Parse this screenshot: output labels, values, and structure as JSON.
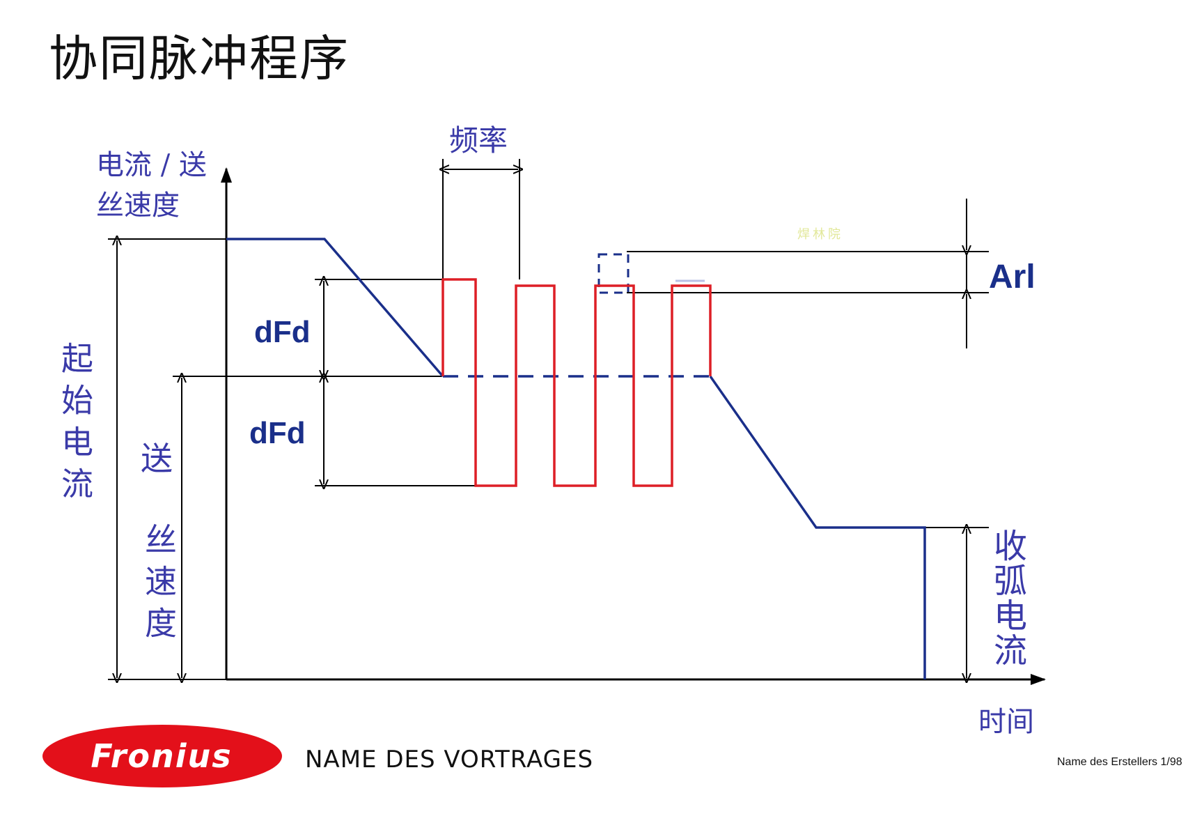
{
  "title": "协同脉冲程序",
  "labels": {
    "y_axis": [
      "电流 / 送",
      "丝速度"
    ],
    "frequency": "频率",
    "start_current": "起始电流",
    "wire_speed_a": "送",
    "wire_speed_b": "丝速度",
    "dfd_upper": "dFd",
    "dfd_lower": "dFd",
    "arl": "Arl",
    "end_current": "收弧电流",
    "time": "时间",
    "watermark": "焊林院"
  },
  "footer": {
    "brand": "Fronius",
    "talk_name": "NAME DES VORTRAGES",
    "page": "Name des Erstellers 1/98"
  },
  "colors": {
    "base_line": "#1a2f8a",
    "pulse": "#dd1f26",
    "text_blue": "#3a3aa8",
    "brand_red": "#e3101a"
  }
}
